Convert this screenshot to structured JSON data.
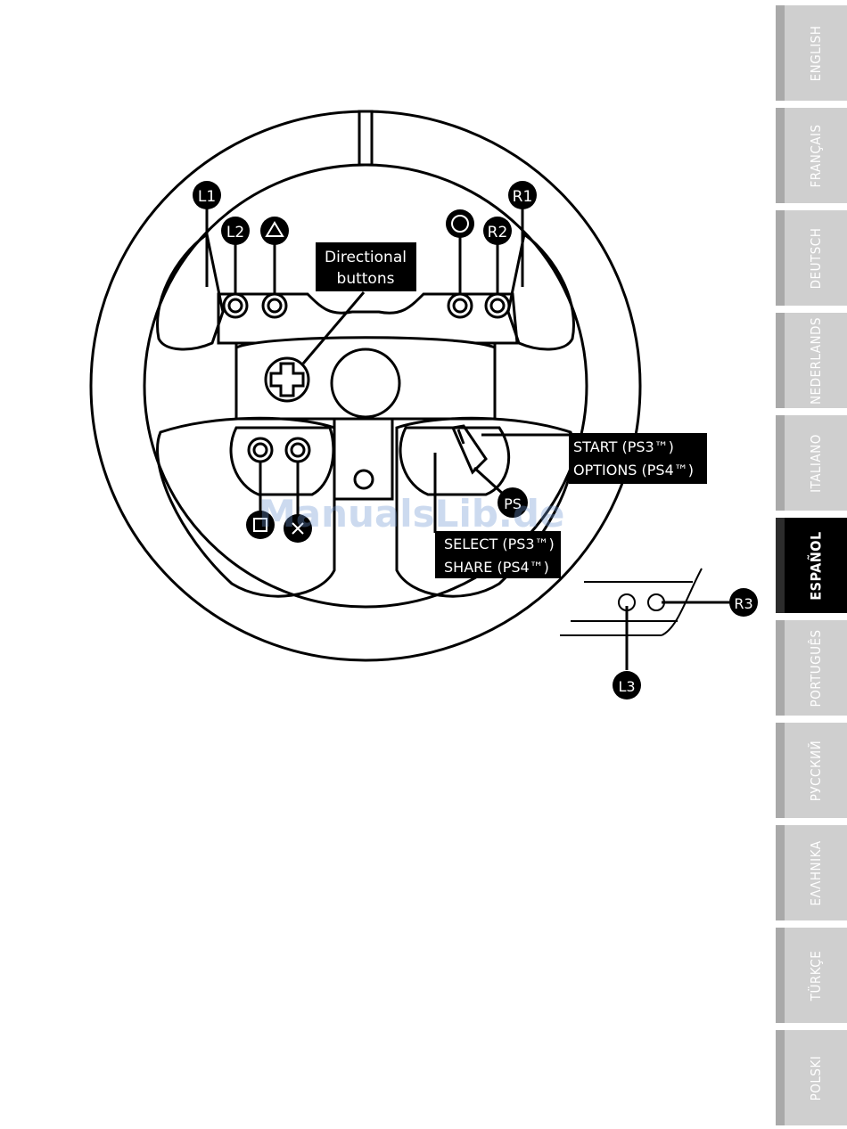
{
  "diagram": {
    "labels": {
      "l1": "L1",
      "r1": "R1",
      "l2": "L2",
      "r2": "R2",
      "ps": "PS",
      "r3": "R3",
      "l3": "L3"
    },
    "symbols": {
      "triangle": "triangle-symbol",
      "circle": "circle-symbol",
      "square": "square-symbol",
      "cross": "cross-symbol"
    },
    "directional": {
      "line1": "Directional",
      "line2": "buttons"
    },
    "start": {
      "line1": "START (PS3™)",
      "line2": "OPTIONS (PS4™)"
    },
    "select": {
      "line1": "SELECT (PS3™)",
      "line2": "SHARE (PS4™)"
    }
  },
  "language_tabs": [
    {
      "label": "ENGLISH",
      "active": false
    },
    {
      "label": "FRANÇAIS",
      "active": false
    },
    {
      "label": "DEUTSCH",
      "active": false
    },
    {
      "label": "NEDERLANDS",
      "active": false
    },
    {
      "label": "ITALIANO",
      "active": false
    },
    {
      "label": "ESPAÑOL",
      "active": true
    },
    {
      "label": "PORTUGUÊS",
      "active": false
    },
    {
      "label": "РУССКИЙ",
      "active": false
    },
    {
      "label": "ΕΛΛΗΝΙΚΑ",
      "active": false
    },
    {
      "label": "TÜRKÇE",
      "active": false
    },
    {
      "label": "POLSKI",
      "active": false
    }
  ],
  "watermark": "ManualsLib.de",
  "colors": {
    "ink": "#000000",
    "tab_inactive": "#cfcfcf",
    "tab_active": "#000000",
    "watermark": "#6e96d2"
  }
}
